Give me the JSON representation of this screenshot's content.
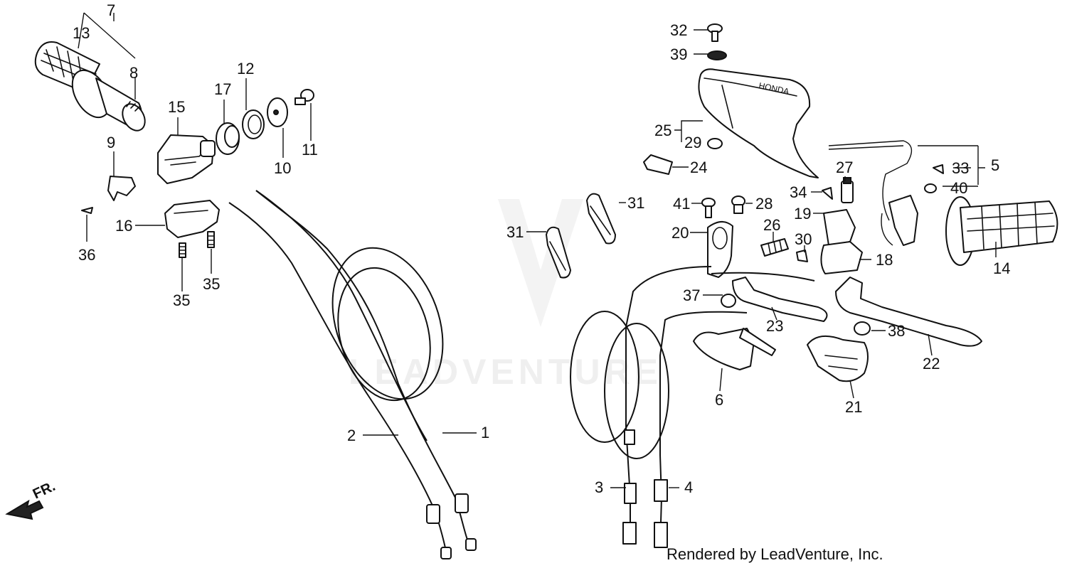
{
  "watermark": "LEADVENTURE",
  "credit": "Rendered by LeadVenture, Inc.",
  "direction_marker": "FR.",
  "decal_text": "HONDA",
  "callouts": {
    "c1": "1",
    "c2": "2",
    "c3": "3",
    "c4": "4",
    "c5": "5",
    "c6": "6",
    "c7": "7",
    "c8": "8",
    "c9": "9",
    "c10": "10",
    "c11": "11",
    "c12": "12",
    "c13": "13",
    "c14": "14",
    "c15": "15",
    "c16": "16",
    "c17": "17",
    "c18": "18",
    "c19": "19",
    "c20": "20",
    "c21": "21",
    "c22": "22",
    "c23": "23",
    "c24": "24",
    "c25": "25",
    "c26": "26",
    "c27": "27",
    "c28": "28",
    "c29": "29",
    "c30": "30",
    "c31a": "31",
    "c31b": "31",
    "c32": "32",
    "c33": "33",
    "c34": "34",
    "c35a": "35",
    "c35b": "35",
    "c36": "36",
    "c37": "37",
    "c38": "38",
    "c39": "39",
    "c40": "40",
    "c41": "41"
  }
}
